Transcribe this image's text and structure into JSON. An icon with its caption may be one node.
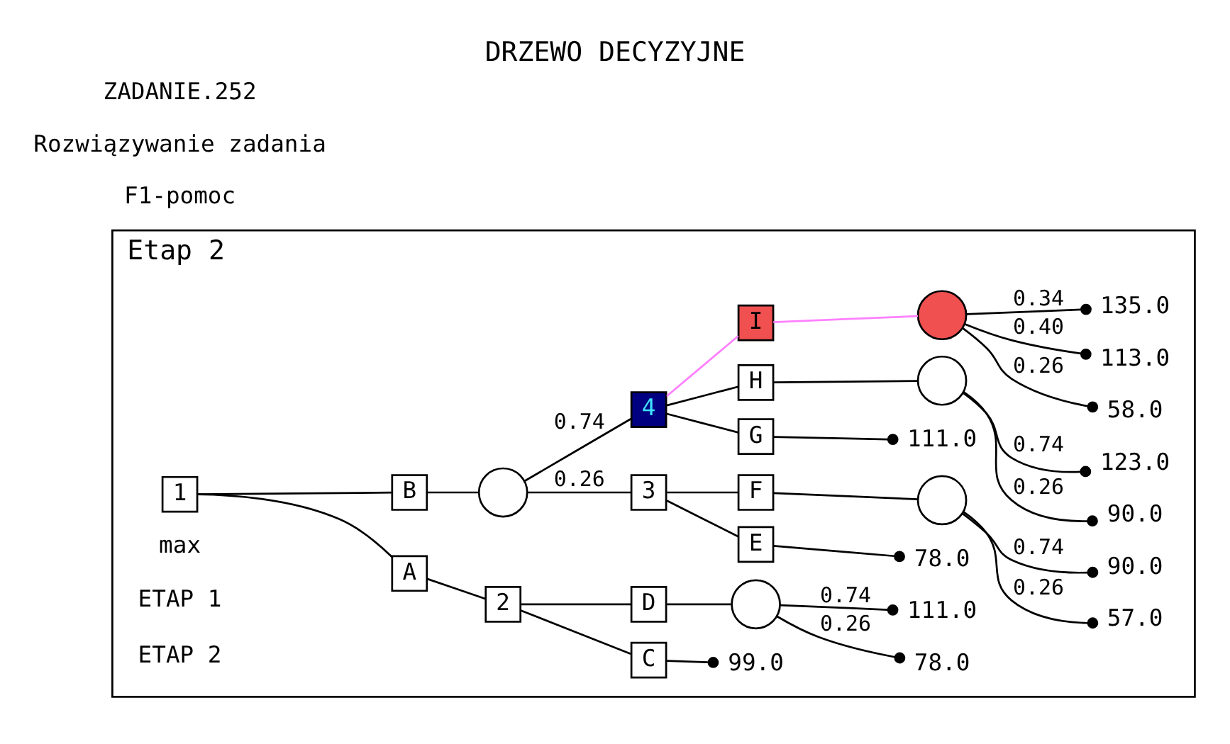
{
  "diagram": {
    "title": "DRZEWO DECYZYJNE",
    "nodes": [
      {
        "text": [
          "Etap 2"
        ]
      },
      {
        "text": [
          "1"
        ],
        "in": 0
      },
      {
        "text": [
          "A"
        ],
        "in": 0
      },
      {
        "text": [
          "B"
        ],
        "in": 0
      },
      {
        "text": [
          "2"
        ],
        "in": 0
      },
      {
        "text": [],
        "shape": "circle",
        "in": 0
      },
      {
        "text": [
          "3"
        ],
        "in": 0
      },
      {
        "text": [
          "4"
        ],
        "in": 0
      },
      {
        "text": [
          "C"
        ],
        "in": 0
      },
      {
        "text": [
          "D"
        ],
        "in": 0
      },
      {
        "text": [
          "E"
        ],
        "in": 0
      },
      {
        "text": [
          "F"
        ],
        "in": 0
      },
      {
        "text": [
          "G"
        ],
        "in": 0
      },
      {
        "text": [
          "H"
        ],
        "in": 0
      },
      {
        "text": [
          "I"
        ],
        "in": 0
      },
      {
        "text": [],
        "shape": "circle",
        "in": 0
      },
      {
        "text": [],
        "shape": "circle",
        "in": 0
      },
      {
        "text": [],
        "shape": "circle",
        "in": 0
      },
      {
        "text": [],
        "shape": "circle",
        "in": 0
      },
      {
        "text": [
          "99.0"
        ],
        "in": 0
      },
      {
        "text": [
          "78.0"
        ],
        "in": 0
      },
      {
        "text": [
          "111.0"
        ],
        "in": 0
      },
      {
        "text": [
          "78.0"
        ],
        "in": 0
      },
      {
        "text": [
          "57.0"
        ],
        "in": 0
      },
      {
        "text": [
          "90.0"
        ],
        "in": 0
      },
      {
        "text": [
          "111.0"
        ],
        "in": 0
      },
      {
        "text": [
          "90.0"
        ],
        "in": 0
      },
      {
        "text": [
          "123.0"
        ],
        "in": 0
      },
      {
        "text": [
          "58.0"
        ],
        "in": 0
      },
      {
        "text": [
          "113.0"
        ],
        "in": 0
      },
      {
        "text": [
          "135.0"
        ],
        "in": 0
      }
    ],
    "edges": [
      {
        "from": 1,
        "to": 2,
        "arrow": "none"
      },
      {
        "from": 2,
        "to": 4,
        "arrow": "none"
      },
      {
        "from": 1,
        "to": 3,
        "arrow": "none"
      },
      {
        "from": 3,
        "to": 5,
        "arrow": "none"
      },
      {
        "from": 5,
        "to": 6,
        "arrow": "none",
        "label": "0.26"
      },
      {
        "from": 5,
        "to": 7,
        "arrow": "none",
        "label": "0.74"
      },
      {
        "from": 4,
        "to": 8,
        "arrow": "none"
      },
      {
        "from": 4,
        "to": 9,
        "arrow": "none"
      },
      {
        "from": 8,
        "to": 19,
        "arrow": "other"
      },
      {
        "from": 9,
        "to": 15,
        "arrow": "none"
      },
      {
        "from": 15,
        "to": 20,
        "arrow": "other",
        "label": "0.26"
      },
      {
        "from": 15,
        "to": 21,
        "arrow": "other",
        "label": "0.74"
      },
      {
        "from": 6,
        "to": 10,
        "arrow": "none"
      },
      {
        "from": 6,
        "to": 11,
        "arrow": "none"
      },
      {
        "from": 10,
        "to": 22,
        "arrow": "other"
      },
      {
        "from": 11,
        "to": 16,
        "arrow": "none"
      },
      {
        "from": 16,
        "to": 23,
        "arrow": "other",
        "label": "0.26"
      },
      {
        "from": 16,
        "to": 24,
        "arrow": "other",
        "label": "0.74"
      },
      {
        "from": 7,
        "to": 12,
        "arrow": "none"
      },
      {
        "from": 7,
        "to": 13,
        "arrow": "none"
      },
      {
        "from": 7,
        "to": 14,
        "arrow": "none",
        "color": "#ff80ff"
      },
      {
        "from": 12,
        "to": 25,
        "arrow": "other"
      },
      {
        "from": 13,
        "to": 17,
        "arrow": "none"
      },
      {
        "from": 17,
        "to": 26,
        "arrow": "other",
        "label": "0.26"
      },
      {
        "from": 17,
        "to": 27,
        "arrow": "other",
        "label": "0.74"
      },
      {
        "from": 14,
        "to": 18,
        "arrow": "none",
        "color": "#ff80ff"
      },
      {
        "from": 18,
        "to": 28,
        "arrow": "other",
        "label": "0.26"
      },
      {
        "from": 18,
        "to": 29,
        "arrow": "other",
        "label": "0.40"
      },
      {
        "from": 18,
        "to": 30,
        "arrow": "other",
        "label": "0.34"
      }
    ],
    "labels": [
      "F1-pomoc",
      "Rozwiązywanie zadania",
      "ZADANIE.252",
      "max",
      "ETAP 1",
      "ETAP 2"
    ]
  }
}
